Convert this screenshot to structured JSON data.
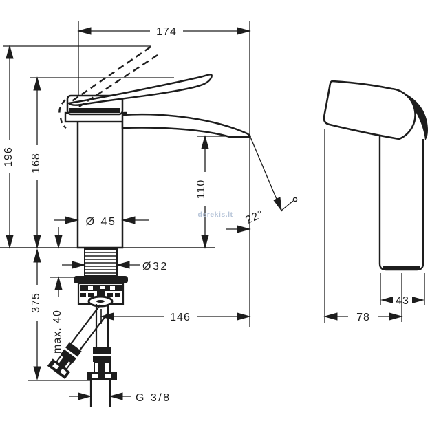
{
  "diagram": {
    "dims": {
      "spout_reach": "174",
      "height_raised": "196",
      "height_handle": "168",
      "outlet_height": "110",
      "body_diameter": "Ø 45",
      "hole_diameter": "Ø32",
      "hose_below": "375",
      "max_counter": "max. 40",
      "hose_reach": "146",
      "spray_angle": "22°",
      "thread": "G 3/8",
      "depth_body": "43",
      "depth_total": "78"
    },
    "watermark": "derekis.lt"
  },
  "colors": {
    "line": "#1d1d1d",
    "watermark": "#b6c4d8",
    "background": "#ffffff"
  }
}
